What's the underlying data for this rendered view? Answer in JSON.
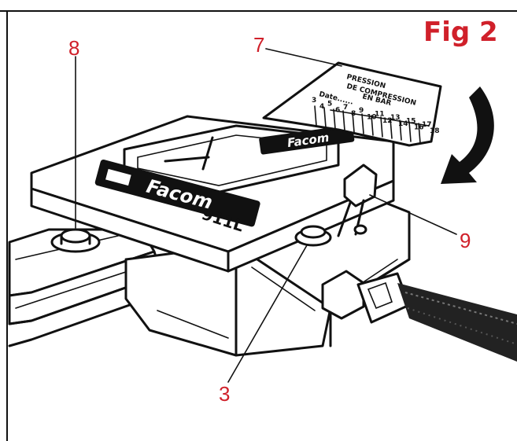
{
  "figure": {
    "label": "Fig 2",
    "label_color": "#d0202a"
  },
  "device": {
    "brand": "Facom",
    "model": "911L",
    "card": {
      "line1": "PRESSION",
      "line2": "DE COMPRESSION",
      "line3": "EN BAR",
      "date_label": "Date......",
      "scale": [
        "3",
        "4",
        "5",
        "6",
        "7",
        "8",
        "9",
        "10",
        "11",
        "12",
        "13",
        "14",
        "15",
        "16",
        "17",
        "18"
      ]
    }
  },
  "callouts": [
    {
      "id": "8",
      "label": "8"
    },
    {
      "id": "7",
      "label": "7"
    },
    {
      "id": "9",
      "label": "9"
    },
    {
      "id": "3",
      "label": "3"
    }
  ],
  "arrow": {
    "meaning": "rotation-direction",
    "icon": "curved-arrow-icon"
  }
}
